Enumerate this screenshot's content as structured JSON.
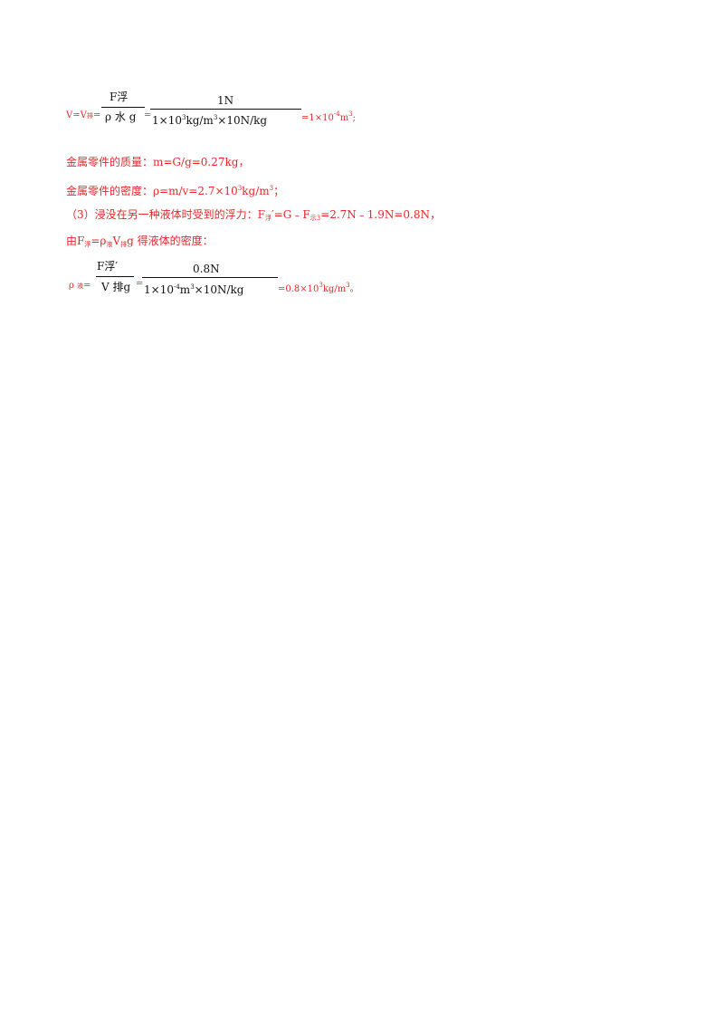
{
  "formula1": {
    "lhs": "V=V",
    "lhs_sub": "排",
    "eq1": "=",
    "n_F": "F",
    "n_sub": "浮",
    "d_rho": "ρ",
    "d_sub": "水",
    "d_g": "g",
    "eq2": "=",
    "num": "1N",
    "den_a": "1×10",
    "den_a_sup": "3",
    "den_b": "kg/m",
    "den_b_sup": "3",
    "den_c": "×10N/kg",
    "result_a": "=1×10",
    "result_sup": "-4",
    "result_b": "m",
    "result_sup2": "3",
    "result_end": ";"
  },
  "line_mass": {
    "text": "金属零件的质量：m=G/g=0.27kg，"
  },
  "line_density": {
    "a": "金属零件的密度：ρ=m/v=2.7×10",
    "sup": "3",
    "b": "kg/m",
    "sup2": "3",
    "end": "；"
  },
  "line_part3": {
    "a": "（3）浸没在另一种液体时受到的浮力：F",
    "sub1": "浮",
    "b": "′=G﹣F",
    "sub2": "示3",
    "c": "=2.7N﹣1.9N=0.8N，"
  },
  "line_by": {
    "a": "由F",
    "sub1": "浮",
    "b": "=ρ",
    "sub2": "液",
    "c": "V",
    "sub3": "排",
    "d": "g 得液体的密度："
  },
  "formula2": {
    "lhs": "ρ",
    "lhs_sub": "液",
    "eq1": "=",
    "n_F": "F",
    "n_sub": "浮",
    "n_prime": "′",
    "d_V": "V",
    "d_sub": "排",
    "d_g": "g",
    "eq2": "=",
    "num": "0.8N",
    "den_a": "1×10",
    "den_a_sup": "-4",
    "den_b": "m",
    "den_b_sup": "3",
    "den_c": "×10N/kg",
    "result_a": "=0.8×10",
    "result_sup": "3",
    "result_b": "kg/m",
    "result_sup2": "3",
    "result_end": "。"
  }
}
